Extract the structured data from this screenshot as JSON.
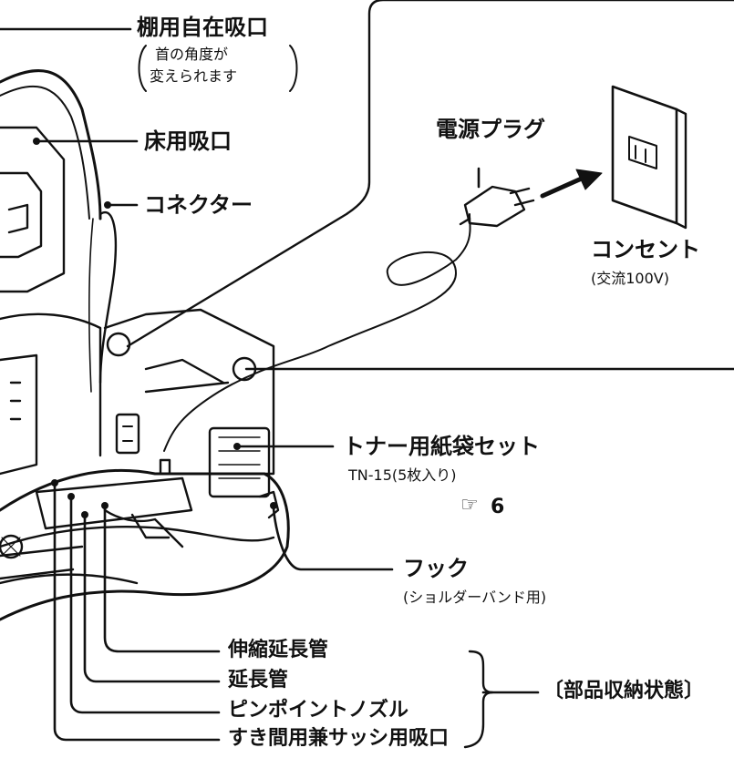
{
  "labels": {
    "shelf_nozzle": "棚用自在吸口",
    "shelf_nozzle_note_1": "首の角度が",
    "shelf_nozzle_note_2": "変えられます",
    "floor_nozzle": "床用吸口",
    "connector": "コネクター",
    "power_plug": "電源プラグ",
    "outlet": "コンセント",
    "outlet_note": "(交流100V)",
    "toner_bag_set": "トナー用紙袋セット",
    "toner_bag_model": "TN-15(5枚入り)",
    "page_ref": "6",
    "hook": "フック",
    "hook_note": "(ショルダーバンド用)",
    "telescopic_pipe": "伸縮延長管",
    "extension_pipe": "延長管",
    "pinpoint_nozzle": "ピンポイントノズル",
    "crevice_nozzle": "すき間用兼サッシ用吸口",
    "storage_state": "〔部品収納状態〕"
  },
  "icons": {
    "pointing_hand": "pointing-hand-icon"
  }
}
